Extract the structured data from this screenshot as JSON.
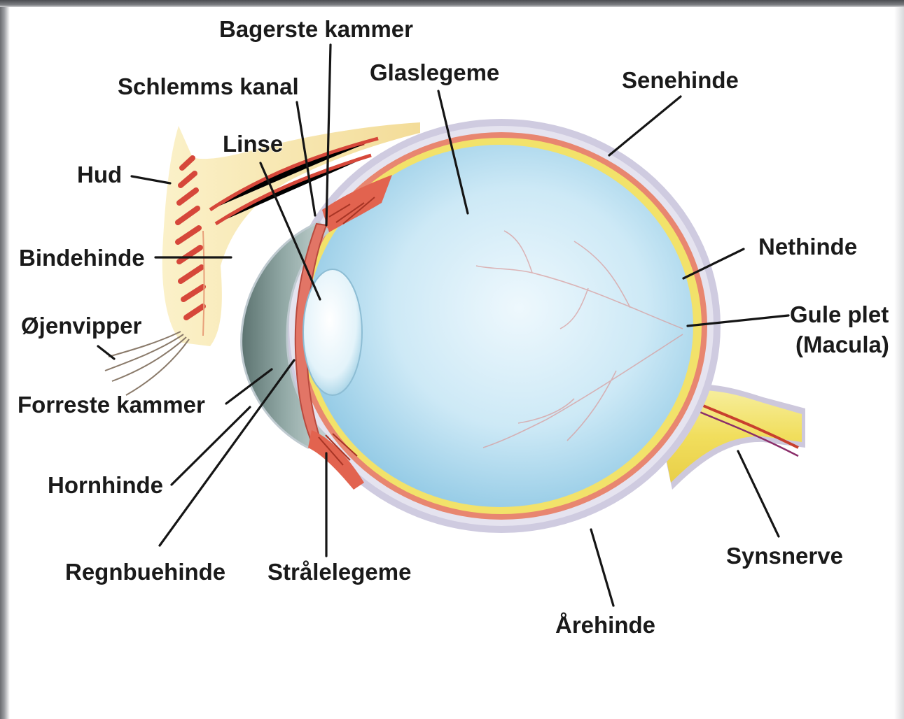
{
  "labels": {
    "bagerste_kammer": "Bagerste kammer",
    "glaslegeme": "Glaslegeme",
    "senehinde": "Senehinde",
    "schlemms_kanal": "Schlemms kanal",
    "linse": "Linse",
    "hud": "Hud",
    "bindehinde": "Bindehinde",
    "nethinde": "Nethinde",
    "gule_plet_line1": "Gule plet",
    "gule_plet_line2": "(Macula)",
    "ojenvipper": "Øjenvipper",
    "forreste_kammer": "Forreste kammer",
    "hornhinde": "Hornhinde",
    "synsnerve": "Synsnerve",
    "regnbuehinde": "Regnbuehinde",
    "stralelegeme": "Strålelegeme",
    "arehinde": "Årehinde"
  },
  "colors": {
    "vitreous": "#bfe2f2",
    "sclera": "#ccc9dd",
    "choroid": "#e8866f",
    "retina": "#f3e66e",
    "lens": "#dff2fa",
    "cornea": "#7e9896",
    "eyelid": "#f8e9b4",
    "muscle": "#d9503f",
    "optic_nerve": "#f3e070"
  }
}
